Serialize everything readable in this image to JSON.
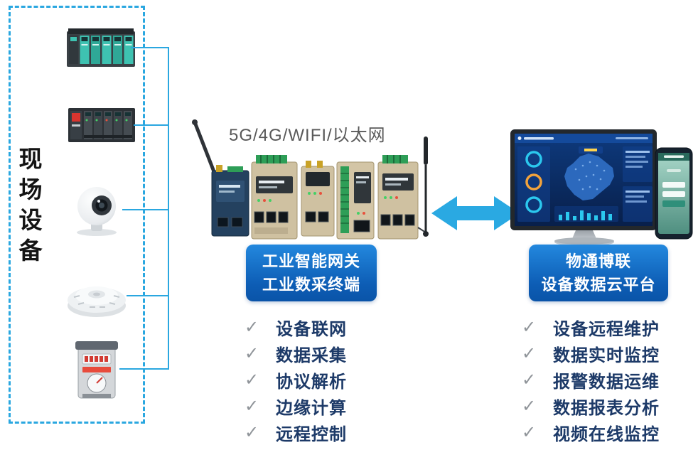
{
  "glyphs": {
    "check": "✓"
  },
  "colors": {
    "accent_cyan": "#2aa7e0",
    "box_blue_top": "#2388de",
    "box_blue_bottom": "#0a54a8",
    "list_text": "#1d3a68",
    "check_gray": "#8f9499",
    "connectivity_label_gray": "#595959"
  },
  "field_devices": {
    "label": "现场设备",
    "device_icons": [
      "plc-rack-icon",
      "plc-controller-icon",
      "ip-camera-icon",
      "smoke-detector-icon",
      "energy-meter-icon"
    ]
  },
  "gateway": {
    "connectivity_label": "5G/4G/WIFI/以太网",
    "title_line1": "工业智能网关",
    "title_line2": "工业数采终端",
    "features": [
      "设备联网",
      "数据采集",
      "协议解析",
      "边缘计算",
      "远程控制"
    ]
  },
  "cloud_platform": {
    "title_line1": "物通博联",
    "title_line2": "设备数据云平台",
    "features": [
      "设备远程维护",
      "数据实时监控",
      "报警数据运维",
      "数据报表分析",
      "视频在线监控"
    ]
  }
}
